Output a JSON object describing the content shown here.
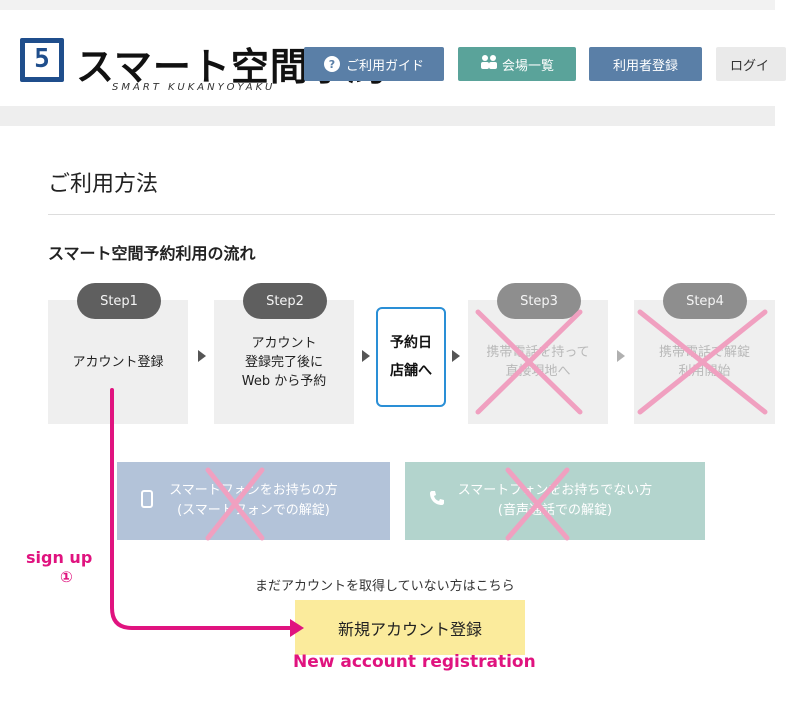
{
  "header": {
    "logo_mark": "5",
    "logo_title": "スマート空間予約",
    "logo_subtitle": "SMART KUKANYOYAKU",
    "nav": {
      "guide_icon": "?",
      "guide": "ご利用ガイド",
      "venues": "会場一覧",
      "register": "利用者登録",
      "login": "ログイ"
    }
  },
  "main": {
    "title": "ご利用方法",
    "section_heading": "スマート空間予約利用の流れ",
    "steps": [
      {
        "pill": "Step1",
        "text": "アカウント登録",
        "crossed": false
      },
      {
        "pill": "Step2",
        "text": "アカウント\n登録完了後に\nWeb から予約",
        "crossed": false
      },
      {
        "pill": "Step3",
        "text": "携帯電話を持って\n直接現地へ",
        "crossed": true
      },
      {
        "pill": "Step4",
        "text": "携帯電話で解錠\n利用開始",
        "crossed": true
      }
    ],
    "store_box": "予約日\n店舗へ",
    "unlock_methods": [
      {
        "text": "スマートフォンをお持ちの方\n(スマートフォンでの解錠)",
        "icon": "smartphone-icon"
      },
      {
        "text": "スマートフォンをお持ちでない方\n(音声通話での解錠)",
        "icon": "phone-icon"
      }
    ],
    "no_account_text": "まだアカウントを取得していない方はこちら",
    "new_account_button": "新規アカウント登録"
  },
  "annotations": {
    "signup": "sign up",
    "signup_number": "①",
    "new_account_en": "New account registration",
    "accent_color": "#e0137f",
    "cross_color": "#f0a0c0"
  },
  "colors": {
    "brand_blue": "#5a7fa7",
    "brand_teal": "#5aa39a",
    "highlight_border": "#2a8fd6",
    "cta_yellow": "#fbeb9c"
  }
}
